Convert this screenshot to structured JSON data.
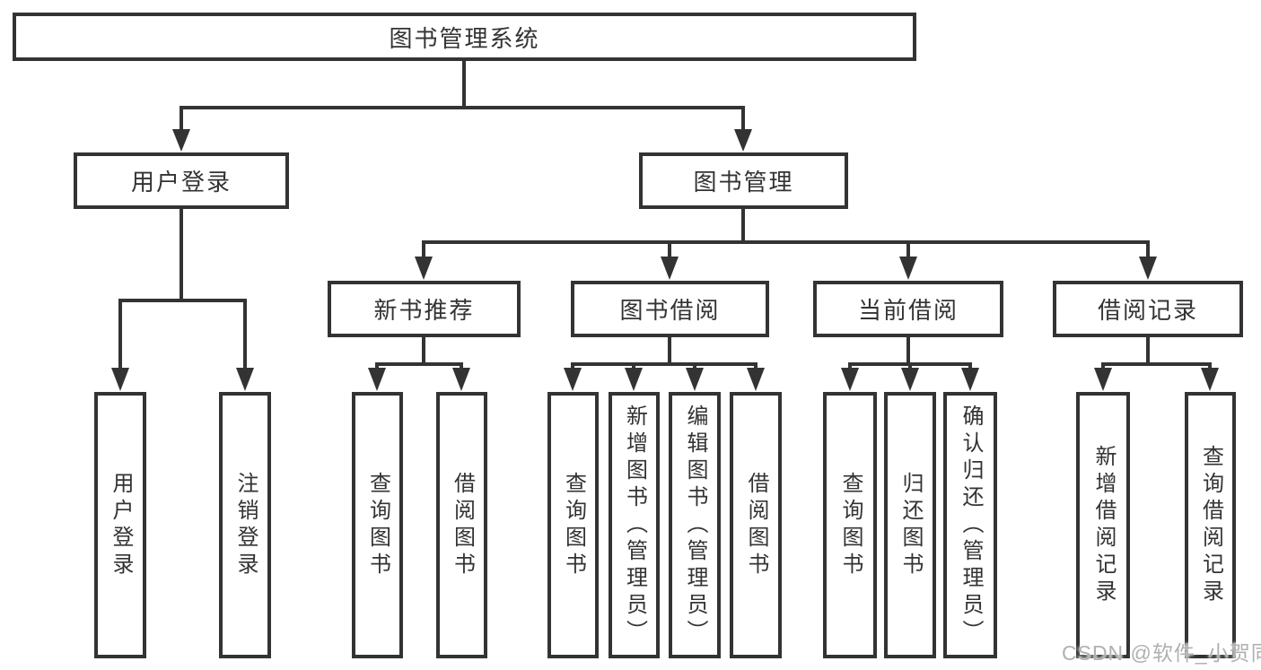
{
  "tree": {
    "label": "图书管理系统",
    "children": [
      {
        "label": "用户登录",
        "children": [
          {
            "label": "用户登录"
          },
          {
            "label": "注销登录"
          }
        ]
      },
      {
        "label": "图书管理",
        "children": [
          {
            "label": "新书推荐",
            "children": [
              {
                "label": "查询图书"
              },
              {
                "label": "借阅图书"
              }
            ]
          },
          {
            "label": "图书借阅",
            "children": [
              {
                "label": "查询图书"
              },
              {
                "label": "新增图书（管理员）"
              },
              {
                "label": "编辑图书（管理员）"
              },
              {
                "label": "借阅图书"
              }
            ]
          },
          {
            "label": "当前借阅",
            "children": [
              {
                "label": "查询图书"
              },
              {
                "label": "归还图书"
              },
              {
                "label": "确认归还（管理员）"
              }
            ]
          },
          {
            "label": "借阅记录",
            "children": [
              {
                "label": "新增借阅记录"
              },
              {
                "label": "查询借阅记录"
              }
            ]
          }
        ]
      }
    ]
  },
  "watermark": {
    "text": "CSDN @软件_小贺同学"
  },
  "colors": {
    "line": "#333333",
    "box_border": "#333333",
    "text": "#333333",
    "watermark": "#b0b0b0"
  }
}
